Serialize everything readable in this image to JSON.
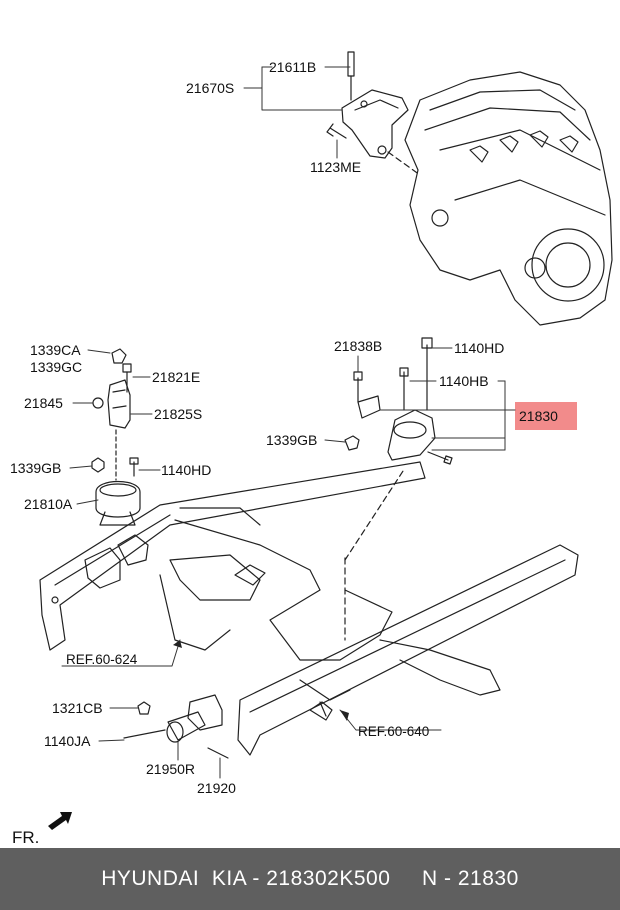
{
  "labels": {
    "p21611B": "21611B",
    "p21670S": "21670S",
    "p1123ME": "1123ME",
    "p1339CA": "1339CA",
    "p1339GC": "1339GC",
    "p21821E": "21821E",
    "p21845": "21845",
    "p21825S": "21825S",
    "p1339GB_left": "1339GB",
    "p1140HD_left": "1140HD",
    "p21810A": "21810A",
    "p21838B": "21838B",
    "p1140HD_right": "1140HD",
    "p1140HB": "1140HB",
    "p21830": "21830",
    "p1339GB_right": "1339GB",
    "p1321CB": "1321CB",
    "p1140JA": "1140JA",
    "p21950R": "21950R",
    "p21920": "21920"
  },
  "refs": {
    "ref_624": "REF.60-624",
    "ref_640": "REF.60-640"
  },
  "direction": "FR.",
  "footer": "HYUNDAI  KIA - 218302K500     N - 21830",
  "colors": {
    "highlight": "#f28b8b",
    "footer_bg": "#5f5f5f"
  }
}
